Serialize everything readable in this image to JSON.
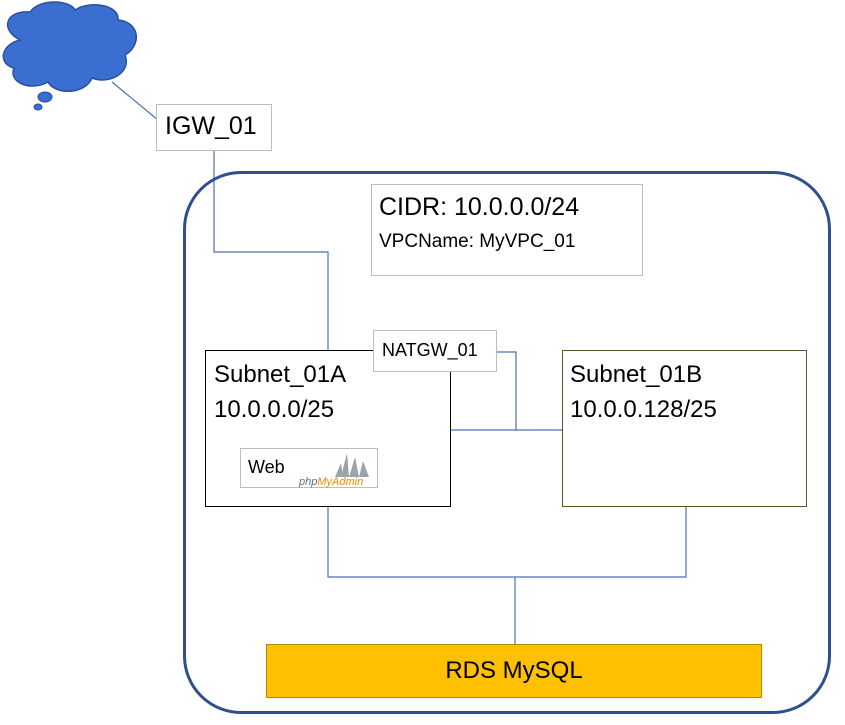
{
  "igw": {
    "label": "IGW_01"
  },
  "vpc": {
    "cidr": "CIDR: 10.0.0.0/24",
    "name": "VPCName: MyVPC_01"
  },
  "subnet_a": {
    "name": "Subnet_01A",
    "cidr": "10.0.0.0/25"
  },
  "subnet_b": {
    "name": "Subnet_01B",
    "cidr": "10.0.0.128/25"
  },
  "natgw": {
    "label": "NATGW_01"
  },
  "web": {
    "label": "Web",
    "logo_text": "phpMyAdmin"
  },
  "rds": {
    "label": "RDS MySQL"
  },
  "colors": {
    "vpc_border": "#2f4f8c",
    "cloud": "#3b6ed1",
    "connector": "#4a6fb5",
    "rds_fill": "#ffc000"
  }
}
